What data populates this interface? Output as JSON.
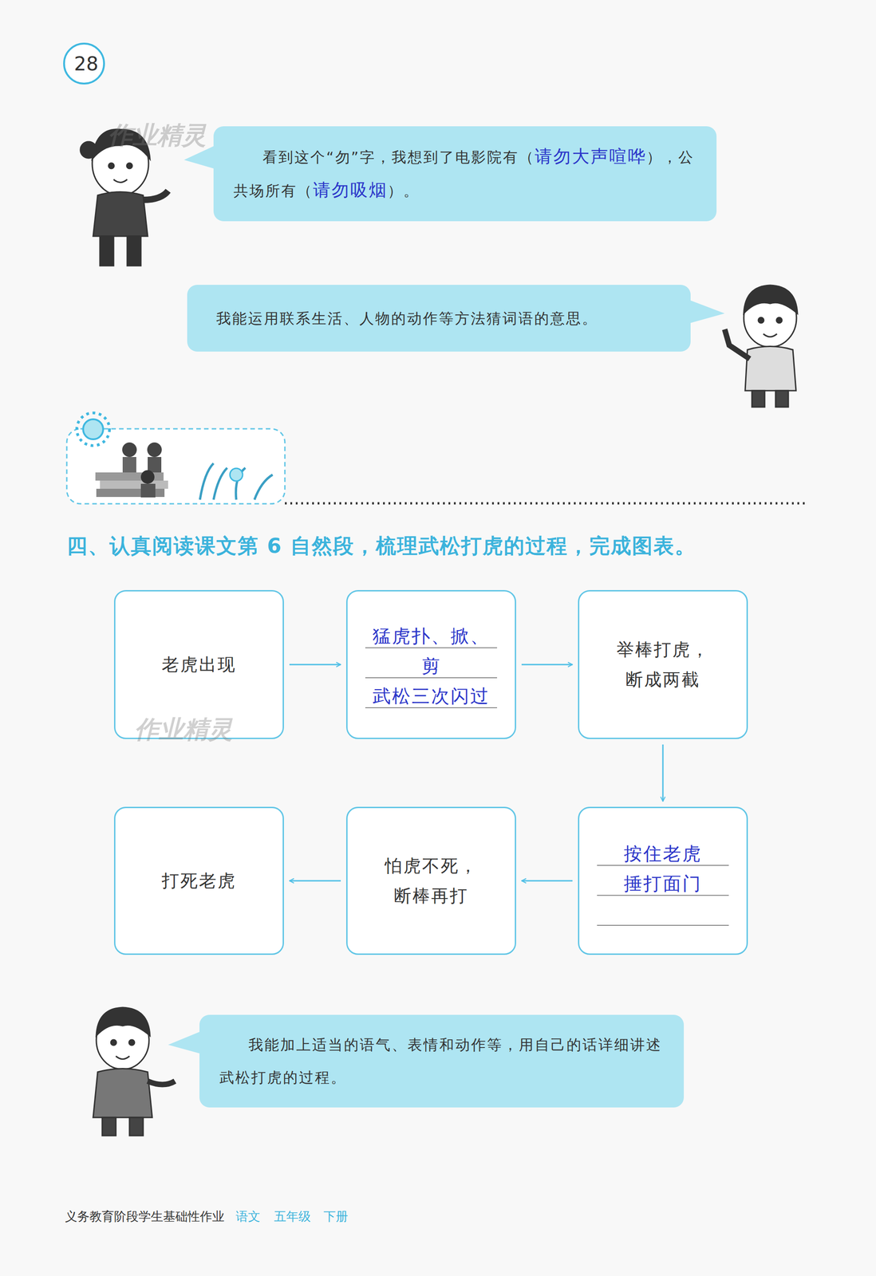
{
  "diagram": {
    "title": "四、认真阅读课文第 6 自然段，梳理武松打虎的过程，完成图表。",
    "nodes": [
      {
        "text": [
          "看到这个“勿”字，我想到了电影院有（",
          "请勿大声喧哗",
          "），",
          "公共场所有（",
          "请勿吸烟",
          "）。"
        ]
      },
      {
        "text": [
          "我能运用联系生活、人物的动作等方法猜词语的意思。"
        ]
      },
      {
        "text": [
          "老虎出现"
        ]
      },
      {
        "text": [
          "猛虎扑、掀、剪 武松三次闪过"
        ]
      },
      {
        "text": [
          "举棒打虎， 断成两截"
        ]
      },
      {
        "text": [
          "按住老虎 捶打面门"
        ]
      },
      {
        "text": [
          "怕虎不死， 断棒再打"
        ]
      },
      {
        "text": [
          "打死老虎"
        ]
      },
      {
        "text": [
          "我能加上适当的语气、表情和动作等，用自己的话详细讲述武松打虎的过程。"
        ]
      }
    ],
    "edges": [
      {
        "from": 2,
        "to": 3,
        "arrow": "to"
      },
      {
        "from": 3,
        "to": 4,
        "arrow": "to"
      },
      {
        "from": 4,
        "to": 5,
        "arrow": "to"
      },
      {
        "from": 5,
        "to": 6,
        "arrow": "to"
      },
      {
        "from": 6,
        "to": 7,
        "arrow": "to"
      }
    ],
    "labels": [
      "28",
      "作业精灵",
      "作业精灵",
      "义务教育阶段学生基础性作业",
      "语文",
      "五年级",
      "下册"
    ]
  }
}
